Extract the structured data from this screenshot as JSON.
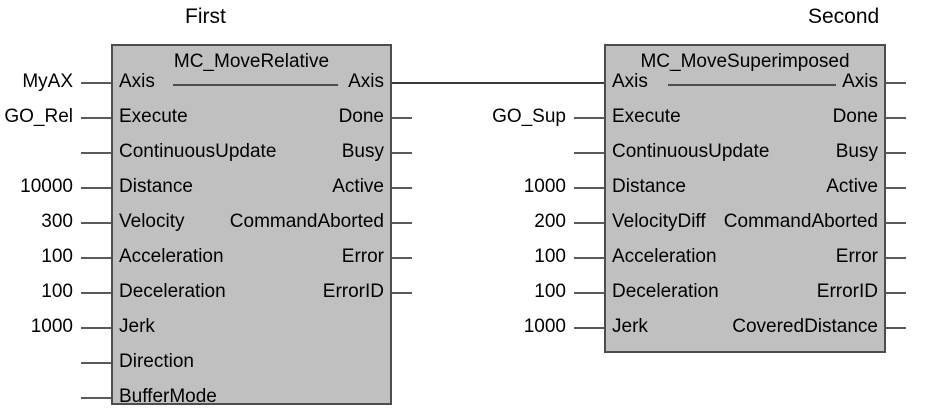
{
  "diagram": {
    "type": "iec-61131-3-function-block-diagram",
    "background_color": "#ffffff",
    "block_fill_color": "#c0c0c0",
    "block_border_color": "#4d4d4d",
    "wire_color": "#3a3a3a"
  },
  "blocks": [
    {
      "caption": "First",
      "title": "MC_MoveRelative",
      "inputs": [
        {
          "name": "Axis",
          "value": "MyAX",
          "connected": true
        },
        {
          "name": "Execute",
          "value": "GO_Rel",
          "connected": true
        },
        {
          "name": "ContinuousUpdate",
          "value": "",
          "connected": true
        },
        {
          "name": "Distance",
          "value": "10000",
          "connected": true
        },
        {
          "name": "Velocity",
          "value": "300",
          "connected": true
        },
        {
          "name": "Acceleration",
          "value": "100",
          "connected": true
        },
        {
          "name": "Deceleration",
          "value": "100",
          "connected": true
        },
        {
          "name": "Jerk",
          "value": "1000",
          "connected": true
        },
        {
          "name": "Direction",
          "value": "",
          "connected": true
        },
        {
          "name": "BufferMode",
          "value": "",
          "connected": true
        }
      ],
      "outputs": [
        {
          "name": "Axis",
          "row": 0
        },
        {
          "name": "Done",
          "row": 1
        },
        {
          "name": "Busy",
          "row": 2
        },
        {
          "name": "Active",
          "row": 3
        },
        {
          "name": "CommandAborted",
          "row": 4
        },
        {
          "name": "Error",
          "row": 5
        },
        {
          "name": "ErrorID",
          "row": 6
        }
      ]
    },
    {
      "caption": "Second",
      "title": "MC_MoveSuperimposed",
      "inputs": [
        {
          "name": "Axis",
          "value": "",
          "connected": true
        },
        {
          "name": "Execute",
          "value": "GO_Sup",
          "connected": true
        },
        {
          "name": "ContinuousUpdate",
          "value": "",
          "connected": true
        },
        {
          "name": "Distance",
          "value": "1000",
          "connected": true
        },
        {
          "name": "VelocityDiff",
          "value": "200",
          "connected": true
        },
        {
          "name": "Acceleration",
          "value": "100",
          "connected": true
        },
        {
          "name": "Deceleration",
          "value": "100",
          "connected": true
        },
        {
          "name": "Jerk",
          "value": "1000",
          "connected": true
        }
      ],
      "outputs": [
        {
          "name": "Axis",
          "row": 0
        },
        {
          "name": "Done",
          "row": 1
        },
        {
          "name": "Busy",
          "row": 2
        },
        {
          "name": "Active",
          "row": 3
        },
        {
          "name": "CommandAborted",
          "row": 4
        },
        {
          "name": "Error",
          "row": 5
        },
        {
          "name": "ErrorID",
          "row": 6
        },
        {
          "name": "CoveredDistance",
          "row": 7
        }
      ]
    }
  ],
  "connections": [
    {
      "from_block": "MC_MoveRelative",
      "from_pin": "Axis",
      "to_block": "MC_MoveSuperimposed",
      "to_pin": "Axis"
    }
  ]
}
